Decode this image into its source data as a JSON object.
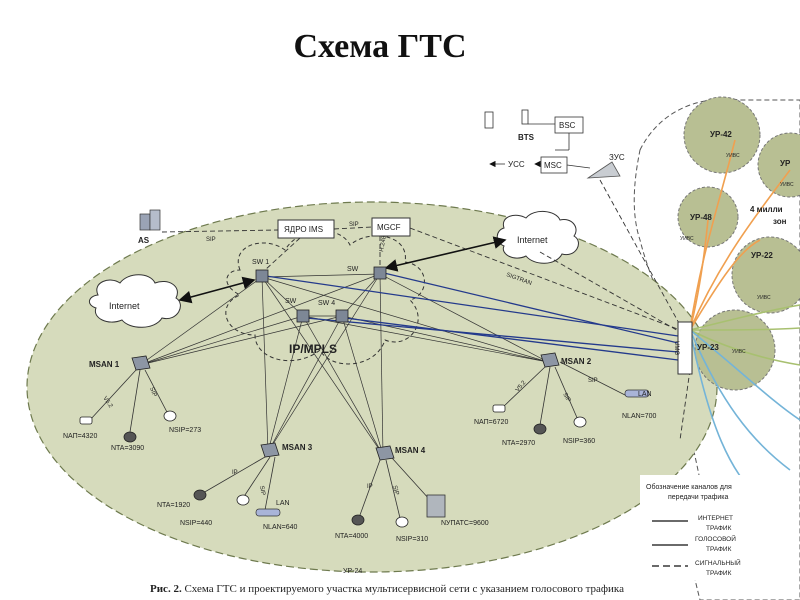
{
  "title": "Схема ГТС",
  "caption": {
    "prefix": "Рис. 2.",
    "text": "Схема ГТС и проектируемого участка мультисервисной сети с указанием голосового трафика"
  },
  "colors": {
    "ellipse_fill": "#d6dbbc",
    "ellipse_stroke": "#6e7a4e",
    "ur_fill": "#b8bf93",
    "voice_line": "#243a8c",
    "orange_line": "#f0a050",
    "green_line": "#a8c070",
    "cyan_line": "#74b4d8"
  },
  "mobile": {
    "bts": "BTS",
    "bsc": "BSC",
    "msc": "MSC",
    "zus": "ЗУС",
    "uss": "УСС"
  },
  "core": {
    "ims": "ЯДРО IMS",
    "mgcf": "MGCF",
    "sip": "SIP",
    "as_label": "AS",
    "h248": "H.248"
  },
  "clouds": {
    "internet_left": "Internet",
    "internet_right": "Internet",
    "ipmpls": "IP/MPLS"
  },
  "switches": {
    "sw1": "SW 1",
    "sw2": "SW",
    "sw3": "SW",
    "sw4": "SW 4"
  },
  "msan": [
    {
      "name": "MSAN 1",
      "values": [
        "NАП=4320",
        "NTA=3090",
        "NSIP=273"
      ]
    },
    {
      "name": "MSAN 2",
      "values": [
        "NАП=6720",
        "NTA=2970",
        "NSIP=360",
        "LAN",
        "NLAN=700"
      ]
    },
    {
      "name": "MSAN 3",
      "values": [
        "NTA=1920",
        "NSIP=440",
        "LAN",
        "NLAN=640"
      ]
    },
    {
      "name": "MSAN 4",
      "values": [
        "NTA=4000",
        "NSIP=310",
        "NУПАТС=9600"
      ]
    }
  ],
  "link_labels": {
    "v52": "V5.2",
    "sip": "SIP",
    "ip": "IP"
  },
  "umg": "UMG",
  "ur": [
    {
      "label": "УР-42",
      "sub": "УИВС"
    },
    {
      "label": "УР",
      "sub": "УИВС"
    },
    {
      "label": "УР-48",
      "sub": "УИВС"
    },
    {
      "label": "УР-22",
      "sub": "УИВС"
    },
    {
      "label": "УР-23",
      "sub": "УИВС"
    },
    {
      "label": "УР-24",
      "sub": ""
    }
  ],
  "annotations": {
    "millions_1": "4 милли",
    "millions_2": "зон",
    "sigtran": "SIGTRAN"
  },
  "legend": {
    "title_1": "Обозначение каналов для",
    "title_2": "передачи трафика",
    "items": [
      {
        "line1": "ИНТЕРНЕТ",
        "line2": "ТРАФИК"
      },
      {
        "line1": "ГОЛОСОВОЙ",
        "line2": "ТРАФИК"
      },
      {
        "line1": "СИГНАЛЬНЫЙ",
        "line2": "ТРАФИК"
      }
    ]
  }
}
